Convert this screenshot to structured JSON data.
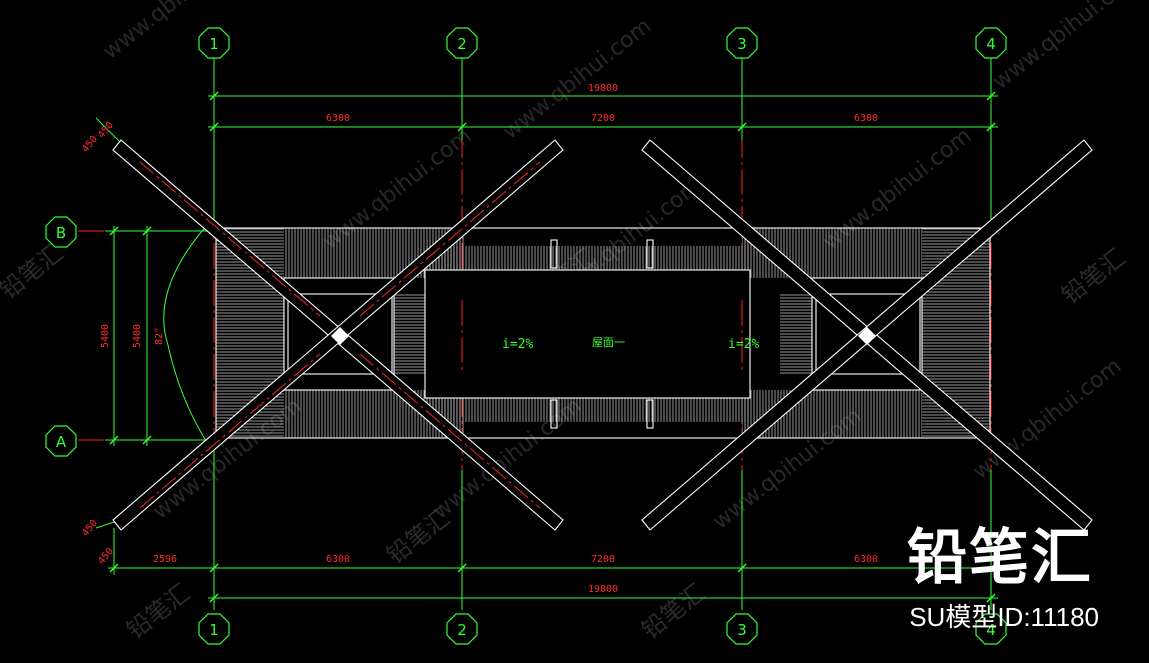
{
  "grid": {
    "columns": [
      "1",
      "2",
      "3",
      "4"
    ],
    "rows": [
      "B",
      "A"
    ]
  },
  "dimensions": {
    "top_total": "19800",
    "top_spans": [
      "6300",
      "7200",
      "6300"
    ],
    "bottom_overhang": "2596",
    "bottom_spans": [
      "6300",
      "7200",
      "6300"
    ],
    "bottom_total": "19800",
    "left_outer": "5400",
    "left_inner": "5400",
    "left_angle": "82°",
    "eave_top": [
      "450",
      "450"
    ],
    "eave_bottom": [
      "450",
      "450"
    ]
  },
  "annotations": {
    "slope_left": "i=2%",
    "slope_right": "i=2%",
    "roof_label": "屋面一"
  },
  "watermark": {
    "url_text": "www.qbihui.com",
    "brand": "铅笔汇",
    "model_id": "SU模型ID:11180"
  },
  "colors": {
    "background": "#000000",
    "axis": "#ff2020",
    "dimension": "#33ff33",
    "outline": "#ffffff",
    "hatch": "#cfcfcf"
  }
}
